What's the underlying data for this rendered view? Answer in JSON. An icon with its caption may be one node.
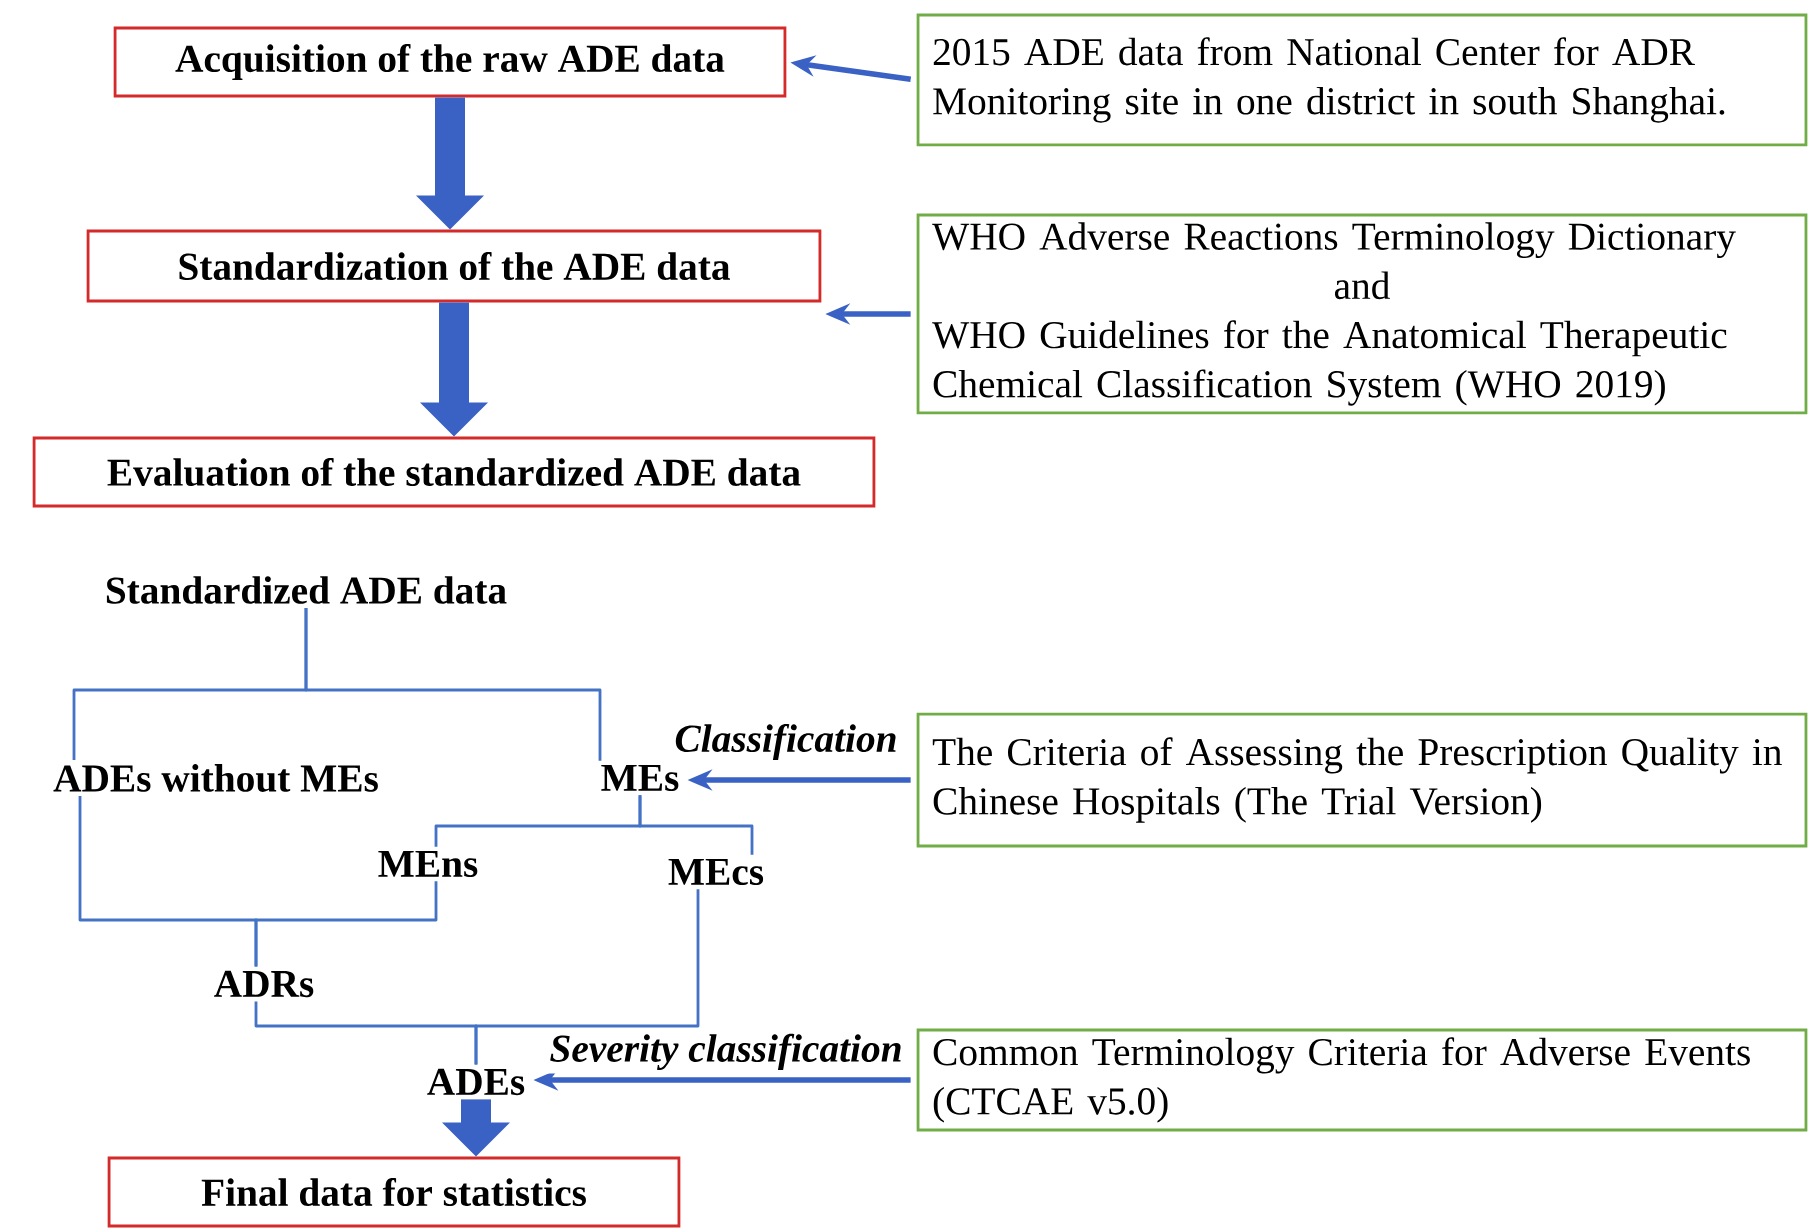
{
  "diagram": {
    "nodes": [
      {
        "text": [
          "Acquisition of the raw ADE data"
        ]
      },
      {
        "text": [
          "2015 ADE data  from National Center for ADR Monitoring site  in one district in south Shanghai."
        ]
      },
      {
        "text": [
          "Standardization of the ADE data"
        ]
      },
      {
        "text": [
          "WHO Adverse Reactions Terminology Dictionary",
          "and",
          "WHO Guidelines for the Anatomical Therapeutic Chemical Classification System (WHO 2019)"
        ]
      },
      {
        "text": [
          "Evaluation of the standardized ADE data"
        ]
      },
      {
        "text": [
          "Standardized  ADE data"
        ]
      },
      {
        "text": [
          "ADEs without MEs"
        ]
      },
      {
        "text": [
          "MEs"
        ]
      },
      {
        "text": [
          "MEns"
        ]
      },
      {
        "text": [
          "MEcs"
        ]
      },
      {
        "text": [
          "ADRs"
        ]
      },
      {
        "text": [
          "ADEs"
        ]
      },
      {
        "text": [
          "Final data for statistics"
        ]
      },
      {
        "text": [
          "The Criteria of Assessing the Prescription Quality in Chinese Hospitals (The Trial Version)"
        ]
      },
      {
        "text": [
          "Common Terminology Criteria for Adverse Events (CTCAE v5.0)"
        ]
      }
    ],
    "edges": [
      {
        "from": 1,
        "to": 0,
        "arrow": "to"
      },
      {
        "from": 0,
        "to": 2,
        "arrow": "to",
        "style": "thick"
      },
      {
        "from": 3,
        "to": 2,
        "arrow": "to"
      },
      {
        "from": 2,
        "to": 4,
        "arrow": "to",
        "style": "thick"
      },
      {
        "from": 5,
        "to": 6,
        "arrow": "none"
      },
      {
        "from": 5,
        "to": 7,
        "arrow": "none"
      },
      {
        "from": 13,
        "to": 7,
        "arrow": "to",
        "label": "Classification"
      },
      {
        "from": 7,
        "to": 8,
        "arrow": "none"
      },
      {
        "from": 7,
        "to": 9,
        "arrow": "none"
      },
      {
        "from": 6,
        "to": 10,
        "arrow": "none"
      },
      {
        "from": 8,
        "to": 10,
        "arrow": "none"
      },
      {
        "from": 10,
        "to": 11,
        "arrow": "none"
      },
      {
        "from": 9,
        "to": 11,
        "arrow": "none"
      },
      {
        "from": 14,
        "to": 11,
        "arrow": "to",
        "label": "Severity classification"
      },
      {
        "from": 11,
        "to": 12,
        "arrow": "to",
        "style": "thick"
      }
    ]
  }
}
